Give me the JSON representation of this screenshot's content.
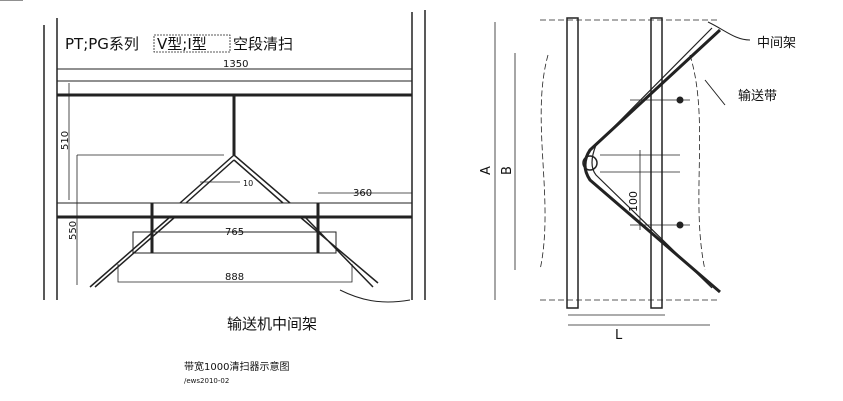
{
  "left": {
    "title_prefix": "PT;PG系列",
    "title_box": "V型;I型",
    "title_suffix": "空段清扫",
    "dim_width": "1350",
    "dim_510": "510",
    "dim_550": "550",
    "dim_10": "10",
    "dim_360": "360",
    "dim_765": "765",
    "dim_888": "888",
    "frame_label": "输送机中间架",
    "caption": "带宽1000清扫器示意图",
    "caption_sub": "/ews2010-02"
  },
  "right": {
    "label_frame": "中间架",
    "label_belt": "输送带",
    "dim_a": "A",
    "dim_b": "B",
    "dim_100": "100",
    "dim_l": "L"
  }
}
